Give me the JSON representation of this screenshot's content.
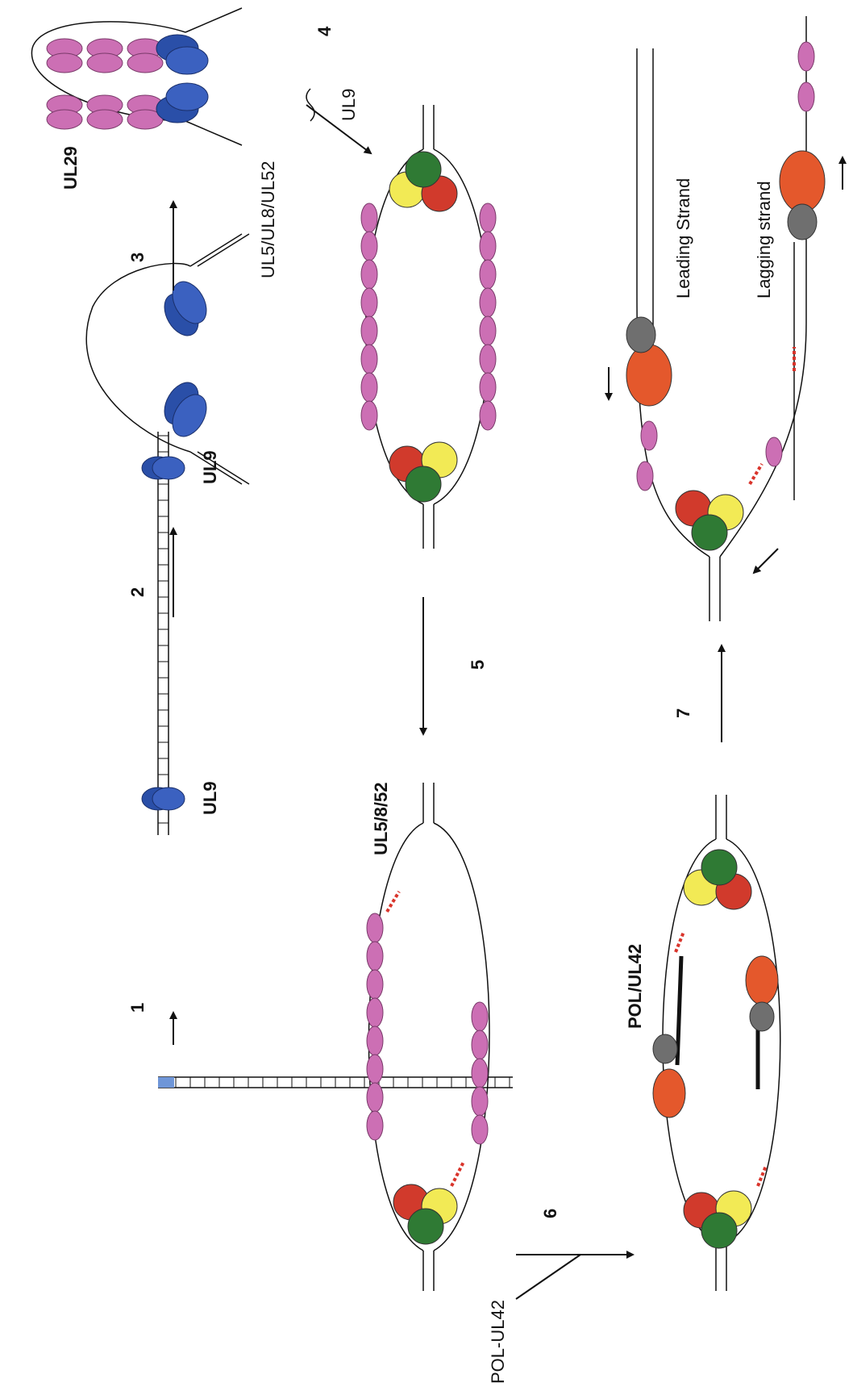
{
  "steps": {
    "s1": "1",
    "s2": "2",
    "s3": "3",
    "s4": "4",
    "s5": "5",
    "s6": "6",
    "s7": "7"
  },
  "labels": {
    "ul9_left": "UL9",
    "ul9_right": "UL9",
    "ul29": "UL29",
    "ul5_ul8_ul52": "UL5/UL8/UL52",
    "ul9_step4": "UL9",
    "ul5_8_52": "UL5/8/52",
    "pol_ul42_complex": "POL/UL42",
    "pol_ul42_input": "POL-UL42",
    "leading_strand": "Leading Strand",
    "lagging_strand": "Lagging strand"
  },
  "colors": {
    "ul9": "#2a4fa8",
    "origin_box": "#6f96d8",
    "ssb_ul29": "#cc6fb4",
    "helicase_green": "#2f7a34",
    "helicase_red": "#d13a2c",
    "helicase_yellow": "#f2ea55",
    "polymerase_orange": "#e4582c",
    "ul42_grey": "#6f6f6f",
    "primer_red": "#d9342b",
    "strand_black": "#111111"
  }
}
